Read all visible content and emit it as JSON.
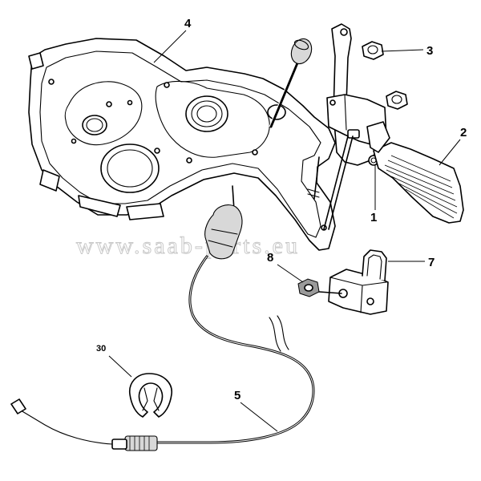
{
  "watermark": "www.saab-parts.eu",
  "callouts": {
    "c1": "1",
    "c2": "2",
    "c3": "3",
    "c4": "4",
    "c5": "5",
    "c7": "7",
    "c8": "8",
    "c30": "30"
  }
}
